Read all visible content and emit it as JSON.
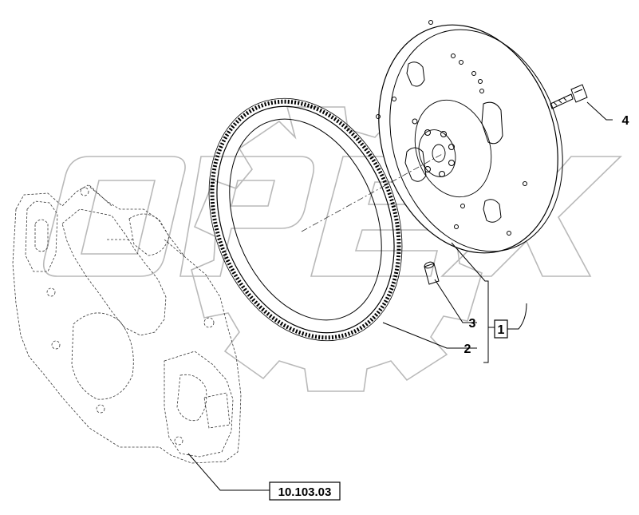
{
  "watermark": {
    "text": "OPEX"
  },
  "callouts": [
    {
      "id": "part-1",
      "label": "1",
      "boxed": true
    },
    {
      "id": "part-2",
      "label": "2",
      "boxed": false
    },
    {
      "id": "part-3",
      "label": "3",
      "boxed": false
    },
    {
      "id": "part-4",
      "label": "4",
      "boxed": false
    }
  ],
  "reference": {
    "label": "10.103.03"
  }
}
